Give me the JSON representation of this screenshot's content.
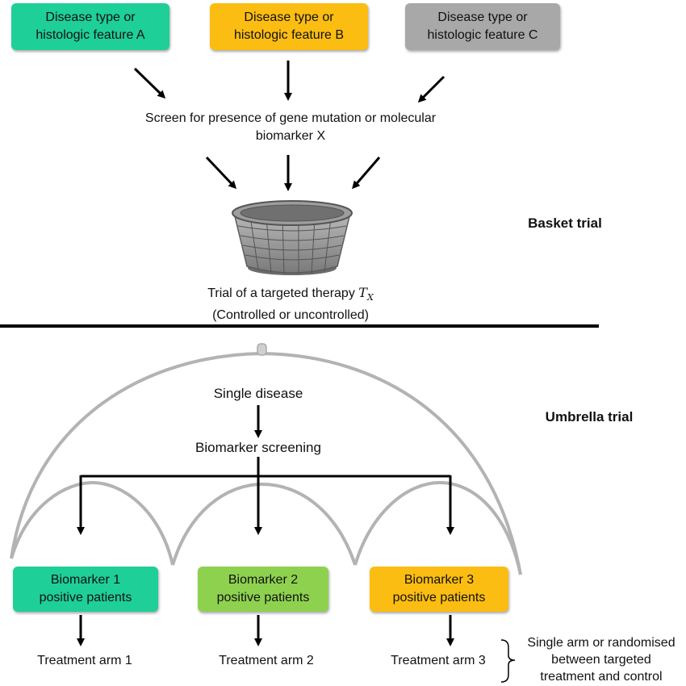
{
  "basket": {
    "boxes": [
      {
        "line1": "Disease type or",
        "line2": "histologic feature A",
        "color": "#1fcf98"
      },
      {
        "line1": "Disease type or",
        "line2": "histologic feature B",
        "color": "#fbbd12"
      },
      {
        "line1": "Disease type or",
        "line2": "histologic feature C",
        "color": "#a8a8a8"
      }
    ],
    "screen_line1": "Screen for presence of gene mutation or molecular",
    "screen_line2": "biomarker X",
    "trial_line1": "Trial of a targeted therapy",
    "therapy_symbol": "T",
    "therapy_sub": "X",
    "trial_line2": "(Controlled or uncontrolled)",
    "label": "Basket trial"
  },
  "umbrella": {
    "label": "Umbrella trial",
    "single_disease": "Single disease",
    "screening": "Biomarker screening",
    "boxes": [
      {
        "line1": "Biomarker 1",
        "line2": "positive patients",
        "color": "#1fcf98"
      },
      {
        "line1": "Biomarker 2",
        "line2": "positive patients",
        "color": "#8ed14f"
      },
      {
        "line1": "Biomarker 3",
        "line2": "positive patients",
        "color": "#fbbd12"
      }
    ],
    "arms": [
      "Treatment arm 1",
      "Treatment arm 2",
      "Treatment arm 3"
    ],
    "note_line1": "Single arm or randomised",
    "note_line2": "between targeted",
    "note_line3": "treatment and control"
  }
}
